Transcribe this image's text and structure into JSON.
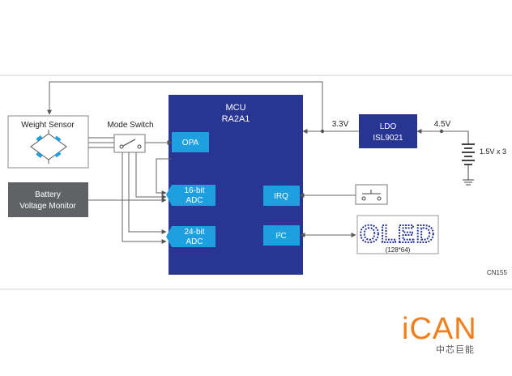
{
  "diagram": {
    "mcu": {
      "line1": "MCU",
      "line2": "RA2A1"
    },
    "weight_sensor": {
      "label": "Weight Sensor"
    },
    "mode_switch": {
      "label": "Mode Switch"
    },
    "battery_monitor": {
      "line1": "Battery",
      "line2": "Voltage Monitor"
    },
    "opa": {
      "label": "OPA"
    },
    "adc16": {
      "line1": "16-bit",
      "line2": "ADC"
    },
    "adc24": {
      "line1": "24-bit",
      "line2": "ADC"
    },
    "irq": {
      "label": "IRQ"
    },
    "i2c": {
      "label": "I²C"
    },
    "ldo": {
      "line1": "LDO",
      "line2": "ISL9021"
    },
    "rail_33v": "3.3V",
    "rail_45v": "4.5V",
    "battery": "1.5V x 3",
    "oled": {
      "text": "OLED",
      "resolution": "(128*64)"
    },
    "figure_id": "CN155"
  },
  "logo": {
    "text": "iCAN",
    "subtitle": "中芯巨能"
  },
  "colors": {
    "mcu_blue": "#283593",
    "block_cyan": "#1e9fe0",
    "ldo_blue": "#283593",
    "battery_gray": "#606266",
    "logo_orange": "#f07f1a",
    "line_gray": "#666666"
  }
}
